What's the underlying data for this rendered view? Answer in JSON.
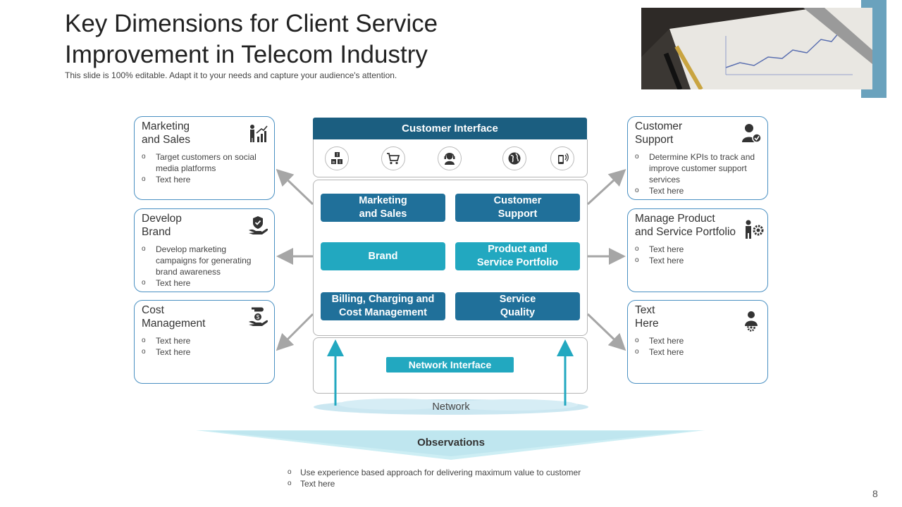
{
  "slide": {
    "title_line1": "Key Dimensions for Client Service",
    "title_line2": "Improvement in Telecom Industry",
    "subtitle": "This slide is 100% editable. Adapt it to your needs and capture your audience's attention.",
    "page_number": "8"
  },
  "left_cards": [
    {
      "title_l1": "Marketing",
      "title_l2": "and Sales",
      "icon": "growth-chart-person-icon",
      "items": [
        "Target  customers on social media platforms",
        "Text here"
      ]
    },
    {
      "title_l1": "Develop",
      "title_l2": "Brand",
      "icon": "hand-badge-icon",
      "items": [
        "Develop  marketing campaigns for generating brand awareness",
        "Text here"
      ]
    },
    {
      "title_l1": "Cost",
      "title_l2": "Management",
      "icon": "hand-dollar-icon",
      "items": [
        "Text here",
        "Text here"
      ]
    }
  ],
  "right_cards": [
    {
      "title_l1": "Customer",
      "title_l2": "Support",
      "icon": "user-check-icon",
      "items": [
        "Determine  KPIs to track and improve  customer support services",
        "Text here"
      ]
    },
    {
      "title_l1": "Manage Product",
      "title_l2": "and Service Portfolio",
      "icon": "person-gear-icon",
      "items": [
        "Text here",
        "Text here"
      ]
    },
    {
      "title_l1": "Text",
      "title_l2": "Here",
      "icon": "user-gear-icon",
      "items": [
        "Text here",
        "Text here"
      ]
    }
  ],
  "center": {
    "customer_interface": "Customer Interface",
    "interface_icons": [
      "social-media-icon",
      "shopping-cart-icon",
      "headset-agent-icon",
      "globe-icon",
      "mobile-signal-icon"
    ],
    "buttons": [
      {
        "l1": "Marketing",
        "l2": "and Sales",
        "color": "#20709a"
      },
      {
        "l1": "Customer",
        "l2": "Support",
        "color": "#20709a"
      },
      {
        "l1": "Brand",
        "l2": "",
        "color": "#22a8c0"
      },
      {
        "l1": "Product and",
        "l2": "Service Portfolio",
        "color": "#22a8c0"
      },
      {
        "l1": "Billing, Charging and",
        "l2": "Cost Management",
        "color": "#20709a"
      },
      {
        "l1": "Service",
        "l2": "Quality",
        "color": "#20709a"
      }
    ],
    "network_interface": "Network Interface",
    "network": "Network"
  },
  "observations": {
    "label": "Observations",
    "items": [
      "Use experience  based approach for delivering  maximum value  to customer",
      "Text here"
    ]
  },
  "colors": {
    "dark_blue": "#1b5e80",
    "mid_blue": "#20709a",
    "teal": "#22a8c0",
    "card_border": "#4a90c2"
  }
}
